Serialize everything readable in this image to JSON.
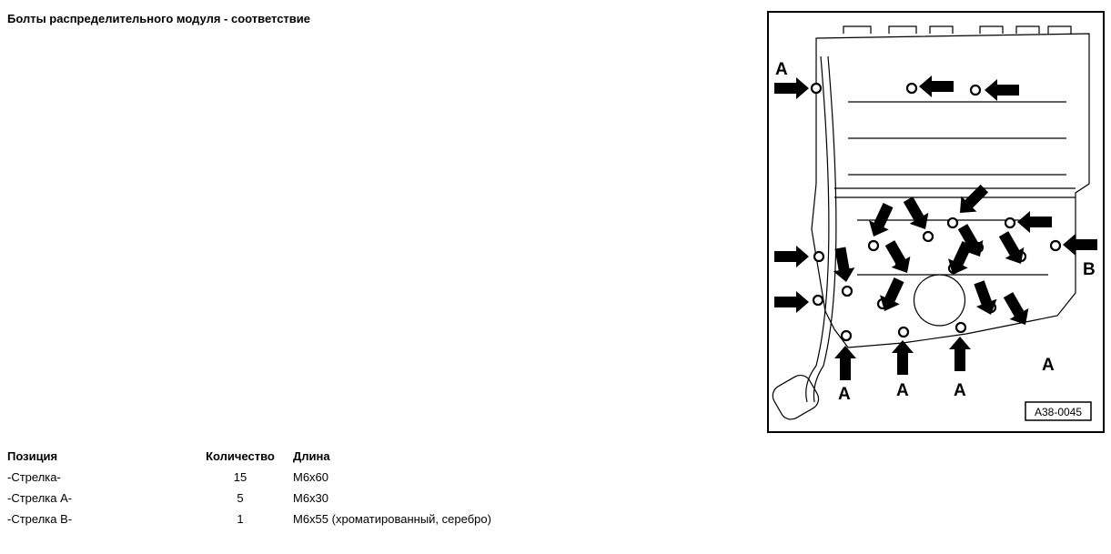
{
  "title": "Болты распределительного модуля - соответствие",
  "figure": {
    "code": "A38-0045",
    "label_a": "A",
    "label_b": "B"
  },
  "table": {
    "headers": [
      "Позиция",
      "Количество",
      "Длина"
    ],
    "rows": [
      [
        "-Стрелка-",
        "15",
        "M6x60"
      ],
      [
        "-Стрелка A-",
        "5",
        "M6x30"
      ],
      [
        "-Стрелка B-",
        "1",
        "M6x55 (хроматированный, серебро)"
      ]
    ]
  }
}
